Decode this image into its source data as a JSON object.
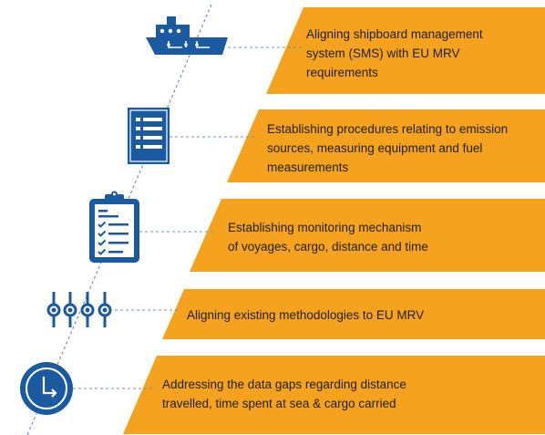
{
  "colors": {
    "band": "#f5a21e",
    "icon_blue": "#1a5aa0",
    "guide_line": "#6f8fb8"
  },
  "steps": [
    {
      "icon": "ship-icon",
      "lines": [
        "Aligning shipboard management",
        "system (SMS) with EU MRV",
        "requirements"
      ]
    },
    {
      "icon": "document-list-icon",
      "lines": [
        "Establishing procedures relating to emission",
        "sources, measuring equipment and fuel",
        "measurements"
      ]
    },
    {
      "icon": "clipboard-checklist-icon",
      "lines": [
        "Establishing monitoring mechanism",
        "of voyages, cargo, distance and time"
      ]
    },
    {
      "icon": "sliders-icon",
      "lines": [
        "Aligning existing methodologies to EU MRV"
      ]
    },
    {
      "icon": "clock-icon",
      "lines": [
        "Addressing the data gaps regarding distance",
        "travelled, time spent at sea & cargo carried"
      ]
    }
  ]
}
